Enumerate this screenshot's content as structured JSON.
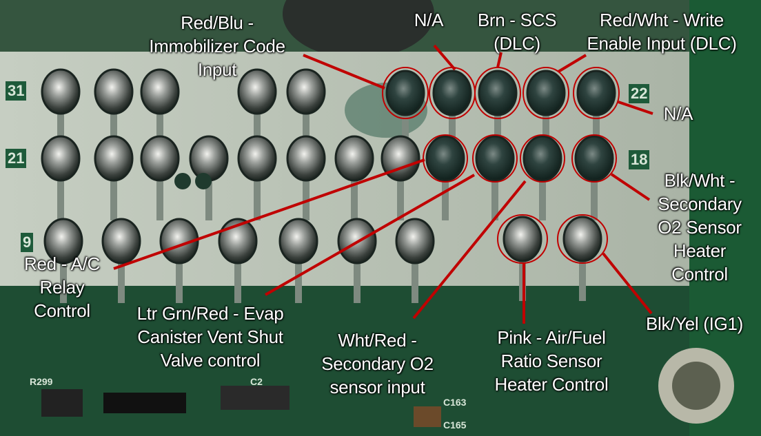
{
  "title": "ECU connector pinout",
  "silkscreen": {
    "pin31": "31",
    "pin22": "22",
    "pin21": "21",
    "pin18": "18",
    "pin9": "9",
    "r299": "R299",
    "c163": "C163",
    "c165": "C165",
    "c2": "C2"
  },
  "labels": {
    "red_blu": "Red/Blu -\nImmobilizer Code\nInput",
    "na_top": "N/A",
    "brn": "Brn - SCS\n(DLC)",
    "red_wht": "Red/Wht - Write\nEnable Input (DLC)",
    "na_right": "N/A",
    "blk_wht": "Blk/Wht -\nSecondary\nO2 Sensor\nHeater\nControl",
    "red_ac": "Red - A/C\nRelay\nControl",
    "ltr_grn": "Ltr Grn/Red - Evap\nCanister Vent Shut\nValve control",
    "wht_red": "Wht/Red -\nSecondary O2\nsensor input",
    "pink": "Pink - Air/Fuel\nRatio Sensor\nHeater Control",
    "blk_yel": "Blk/Yel (IG1)"
  },
  "colors": {
    "annotation": "#c00000",
    "board": "#1f4a32",
    "strip": "#b9c4b6"
  }
}
